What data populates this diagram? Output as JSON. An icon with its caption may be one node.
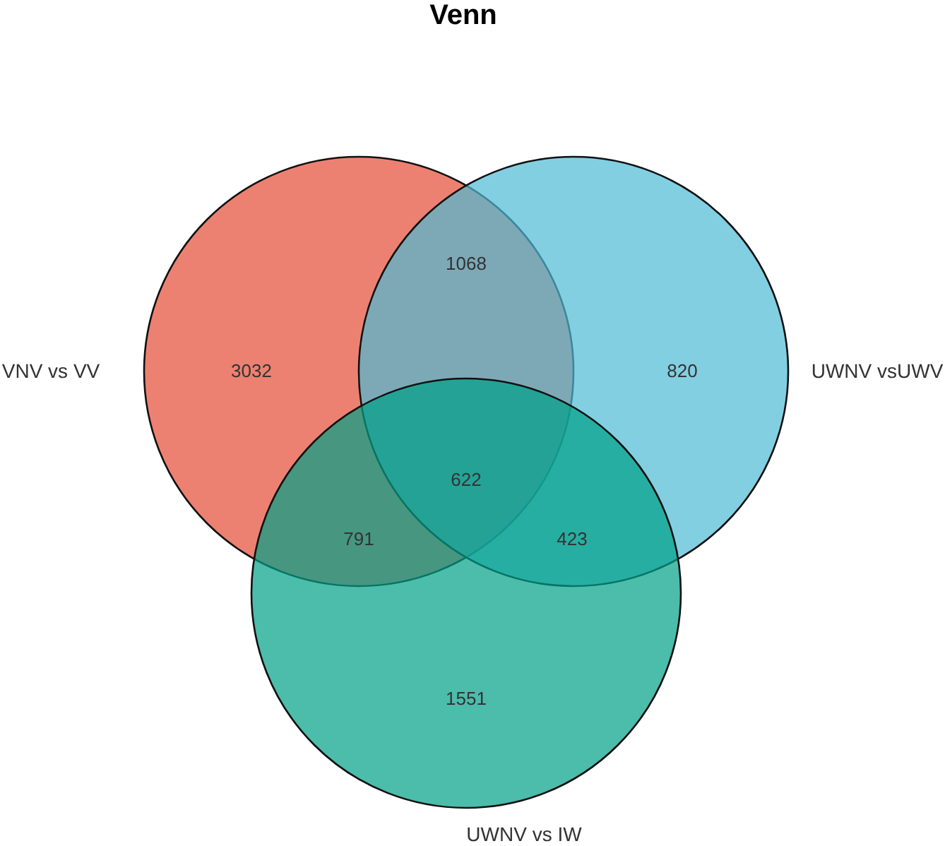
{
  "diagram": {
    "title": "Venn",
    "nodes": [
      {
        "text": [
          "VNV vs VV",
          "3032"
        ]
      },
      {
        "text": [
          "820",
          "UWNV vsUWV"
        ]
      },
      {
        "text": [
          "1551",
          "UWNV vs IW"
        ]
      }
    ],
    "labels": [
      "1068",
      "622",
      "791",
      "423"
    ]
  }
}
